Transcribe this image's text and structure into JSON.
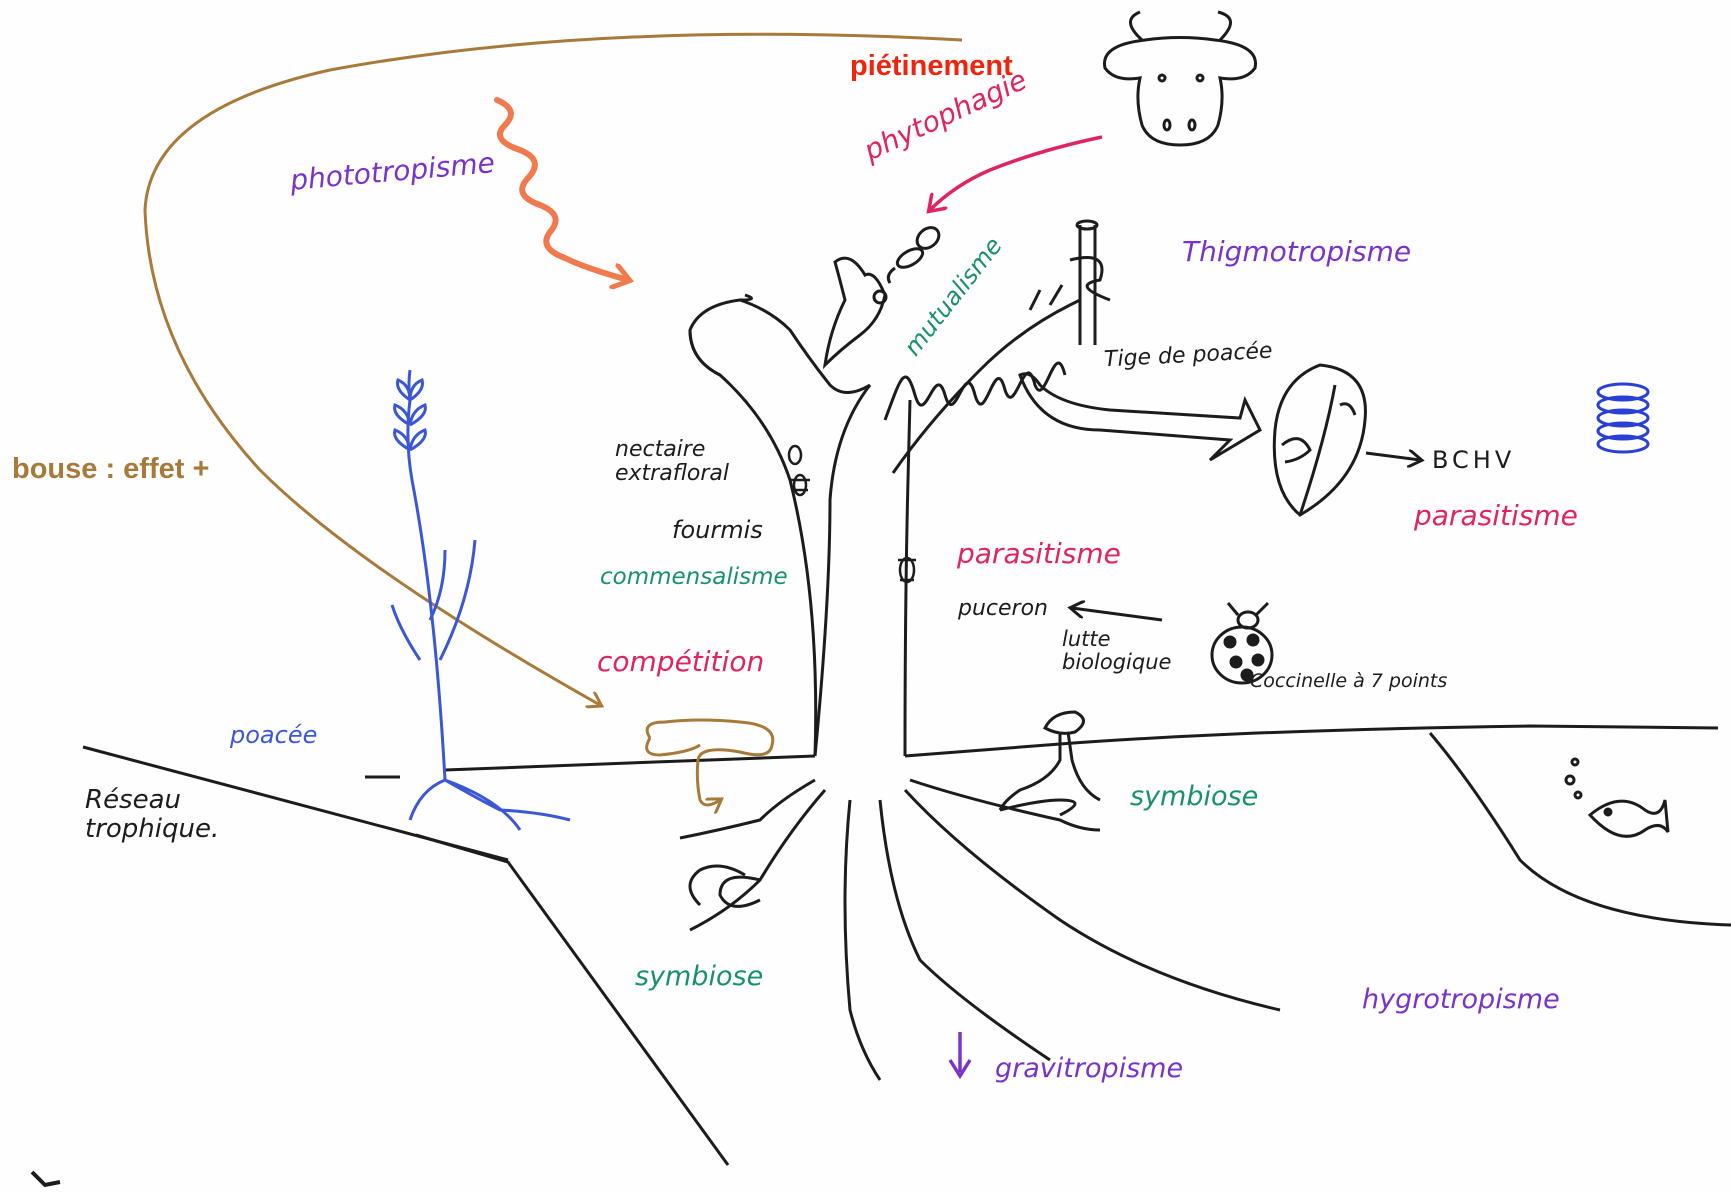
{
  "labels": {
    "pietinement": "piétinement",
    "bouse": "bouse : effet +",
    "phototropisme": "phototropisme",
    "phytophagie": "phytophagie",
    "mutualisme": "mutualisme",
    "thigmotropisme": "Thigmotropisme",
    "tige_de_poacee": "Tige de poacée",
    "bchv": "BCHV",
    "parasitisme_right": "parasitisme",
    "nectaire": "nectaire\nextrafloral",
    "fourmis": "fourmis",
    "commensalisme": "commensalisme",
    "parasitisme_center": "parasitisme",
    "puceron": "puceron",
    "lutte_biologique": "lutte\nbiologique",
    "coccinelle": "Coccinelle à 7 points",
    "competition": "compétition",
    "poacee": "poacée",
    "reseau_trophique": "Réseau\ntrophique.",
    "symbiose_right": "symbiose",
    "symbiose_left": "symbiose",
    "hygrotropisme": "hygrotropisme",
    "gravitropisme": "gravitropisme"
  },
  "colors": {
    "ink": "#1c1c1c",
    "purple": "#7a33c9",
    "magenta": "#e0245e",
    "green": "#17916b",
    "brown": "#a87a3a",
    "red_orange": "#f0240c",
    "orange_wave": "#f07a4e",
    "blue": "#2a3fd4",
    "poacee_blue": "#3b57d6"
  }
}
